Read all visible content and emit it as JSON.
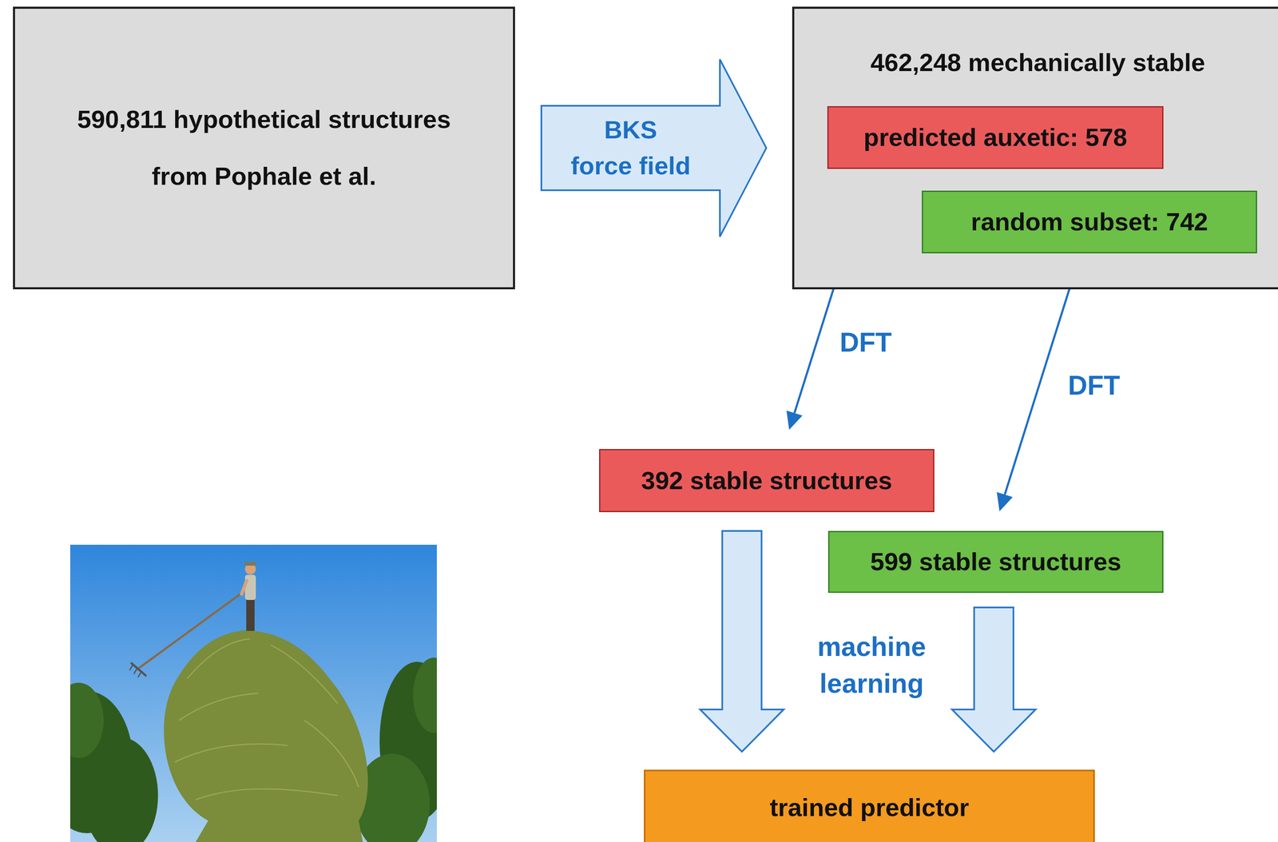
{
  "diagram": {
    "nodes": [
      {
        "text": [
          "590,811 hypothetical structures from Pophale et al."
        ]
      },
      {
        "text": [
          "462,248 mechanically stable"
        ]
      },
      {
        "text": [
          "predicted auxetic: 578"
        ],
        "in": 1
      },
      {
        "text": [
          "random subset: 742"
        ],
        "in": 1
      },
      {
        "text": [
          "392 stable structures"
        ]
      },
      {
        "text": [
          "599 stable structures"
        ]
      },
      {
        "text": [
          "trained predictor"
        ]
      }
    ],
    "edges": [
      {
        "from": 0,
        "to": 1,
        "arrow": "to",
        "label": "BKS force field"
      },
      {
        "from": 2,
        "to": 4,
        "arrow": "to",
        "label": "DFT"
      },
      {
        "from": 3,
        "to": 5,
        "arrow": "to",
        "label": "DFT"
      },
      {
        "from": 4,
        "to": 6,
        "arrow": "to"
      },
      {
        "from": 5,
        "to": 6,
        "arrow": "to"
      }
    ],
    "labels": [
      "machine learning"
    ]
  }
}
